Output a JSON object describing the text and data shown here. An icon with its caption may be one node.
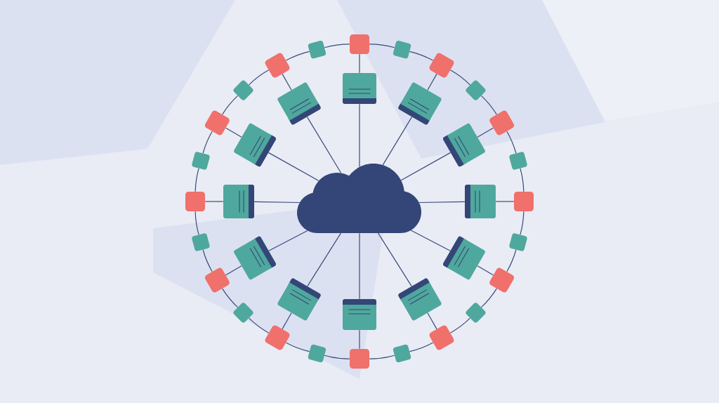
{
  "diagram": {
    "nodes": [
      {
        "text": [],
        "shape": "cloud"
      },
      {
        "text": [],
        "shape": "box"
      },
      {
        "text": [],
        "shape": "box"
      },
      {
        "text": [],
        "shape": "box"
      },
      {
        "text": [],
        "shape": "box"
      },
      {
        "text": [],
        "shape": "box"
      },
      {
        "text": [],
        "shape": "box"
      },
      {
        "text": [],
        "shape": "box"
      },
      {
        "text": [],
        "shape": "box"
      },
      {
        "text": [],
        "shape": "box"
      },
      {
        "text": [],
        "shape": "box"
      },
      {
        "text": [],
        "shape": "box"
      },
      {
        "text": [],
        "shape": "box"
      },
      {
        "text": [],
        "shape": "square"
      },
      {
        "text": [],
        "shape": "square"
      },
      {
        "text": [],
        "shape": "square"
      },
      {
        "text": [],
        "shape": "square"
      },
      {
        "text": [],
        "shape": "square"
      },
      {
        "text": [],
        "shape": "square"
      },
      {
        "text": [],
        "shape": "square"
      },
      {
        "text": [],
        "shape": "square"
      },
      {
        "text": [],
        "shape": "square"
      },
      {
        "text": [],
        "shape": "square"
      },
      {
        "text": [],
        "shape": "square"
      },
      {
        "text": [],
        "shape": "square"
      },
      {
        "text": [],
        "shape": "square"
      },
      {
        "text": [],
        "shape": "square"
      },
      {
        "text": [],
        "shape": "square"
      },
      {
        "text": [],
        "shape": "square"
      },
      {
        "text": [],
        "shape": "square"
      },
      {
        "text": [],
        "shape": "square"
      },
      {
        "text": [],
        "shape": "square"
      },
      {
        "text": [],
        "shape": "square"
      },
      {
        "text": [],
        "shape": "square"
      },
      {
        "text": [],
        "shape": "square"
      },
      {
        "text": [],
        "shape": "square"
      },
      {
        "text": [],
        "shape": "square"
      }
    ],
    "edges": [
      {
        "from": 0,
        "to": 1,
        "arrow": "none"
      },
      {
        "from": 0,
        "to": 2,
        "arrow": "none"
      },
      {
        "from": 0,
        "to": 3,
        "arrow": "none"
      },
      {
        "from": 0,
        "to": 4,
        "arrow": "none"
      },
      {
        "from": 0,
        "to": 5,
        "arrow": "none"
      },
      {
        "from": 0,
        "to": 6,
        "arrow": "none"
      },
      {
        "from": 0,
        "to": 7,
        "arrow": "none"
      },
      {
        "from": 0,
        "to": 8,
        "arrow": "none"
      },
      {
        "from": 0,
        "to": 9,
        "arrow": "none"
      },
      {
        "from": 0,
        "to": 10,
        "arrow": "none"
      },
      {
        "from": 0,
        "to": 11,
        "arrow": "none"
      },
      {
        "from": 0,
        "to": 12,
        "arrow": "none"
      },
      {
        "from": 1,
        "to": 13,
        "arrow": "none"
      },
      {
        "from": 2,
        "to": 14,
        "arrow": "none"
      },
      {
        "from": 3,
        "to": 15,
        "arrow": "none"
      },
      {
        "from": 4,
        "to": 16,
        "arrow": "none"
      },
      {
        "from": 5,
        "to": 17,
        "arrow": "none"
      },
      {
        "from": 6,
        "to": 18,
        "arrow": "none"
      },
      {
        "from": 7,
        "to": 19,
        "arrow": "none"
      },
      {
        "from": 8,
        "to": 20,
        "arrow": "none"
      },
      {
        "from": 9,
        "to": 21,
        "arrow": "none"
      },
      {
        "from": 10,
        "to": 22,
        "arrow": "none"
      },
      {
        "from": 11,
        "to": 23,
        "arrow": "none"
      },
      {
        "from": 12,
        "to": 24,
        "arrow": "none"
      },
      {
        "from": 13,
        "to": 25,
        "arrow": "none"
      },
      {
        "from": 25,
        "to": 14,
        "arrow": "none"
      },
      {
        "from": 14,
        "to": 26,
        "arrow": "none"
      },
      {
        "from": 26,
        "to": 15,
        "arrow": "none"
      },
      {
        "from": 15,
        "to": 27,
        "arrow": "none"
      },
      {
        "from": 27,
        "to": 16,
        "arrow": "none"
      },
      {
        "from": 16,
        "to": 28,
        "arrow": "none"
      },
      {
        "from": 28,
        "to": 17,
        "arrow": "none"
      },
      {
        "from": 17,
        "to": 29,
        "arrow": "none"
      },
      {
        "from": 29,
        "to": 18,
        "arrow": "none"
      },
      {
        "from": 18,
        "to": 30,
        "arrow": "none"
      },
      {
        "from": 30,
        "to": 19,
        "arrow": "none"
      },
      {
        "from": 19,
        "to": 31,
        "arrow": "none"
      },
      {
        "from": 31,
        "to": 20,
        "arrow": "none"
      },
      {
        "from": 20,
        "to": 32,
        "arrow": "none"
      },
      {
        "from": 32,
        "to": 21,
        "arrow": "none"
      },
      {
        "from": 21,
        "to": 33,
        "arrow": "none"
      },
      {
        "from": 33,
        "to": 22,
        "arrow": "none"
      },
      {
        "from": 22,
        "to": 34,
        "arrow": "none"
      },
      {
        "from": 34,
        "to": 23,
        "arrow": "none"
      },
      {
        "from": 23,
        "to": 35,
        "arrow": "none"
      },
      {
        "from": 35,
        "to": 24,
        "arrow": "none"
      },
      {
        "from": 24,
        "to": 36,
        "arrow": "none"
      },
      {
        "from": 36,
        "to": 13,
        "arrow": "none"
      }
    ]
  }
}
